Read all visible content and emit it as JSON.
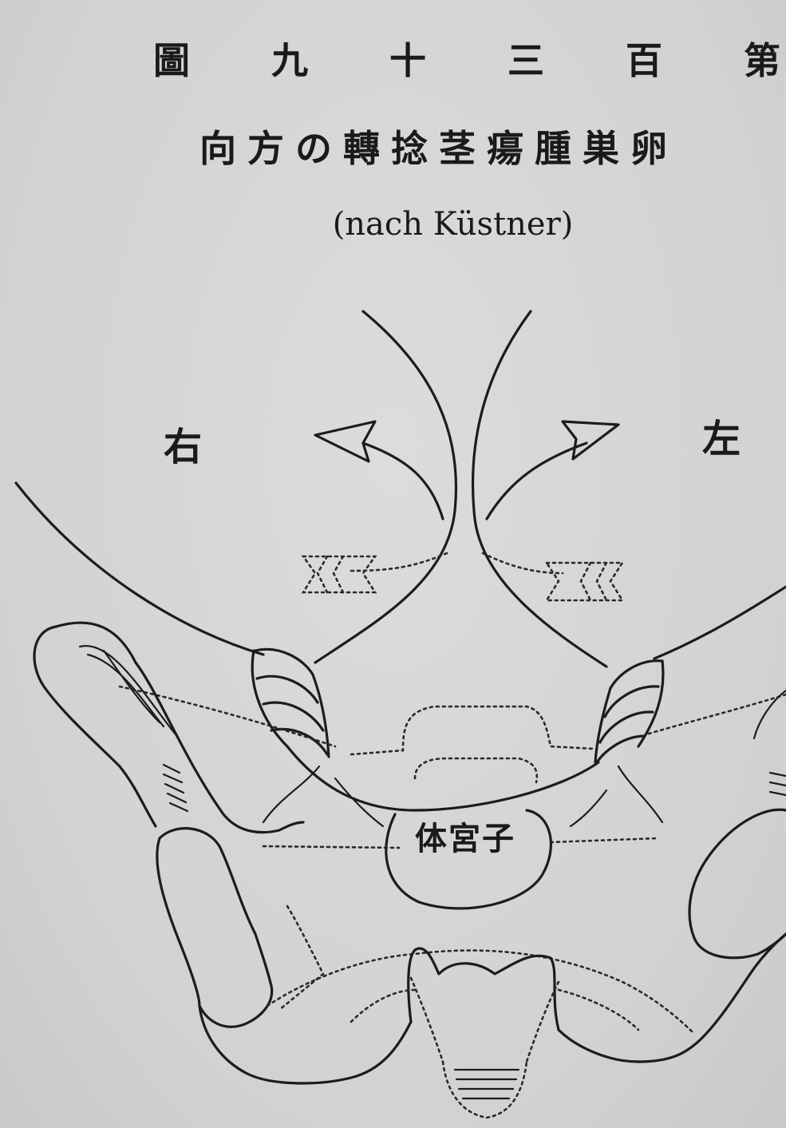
{
  "figure": {
    "number_chars": [
      "第",
      "百",
      "三",
      "十",
      "九",
      "圖"
    ],
    "title": "卵巣腫瘍茎捻轉の方向",
    "credit": "(nach Küstner)"
  },
  "labels": {
    "right_side": "右",
    "left_side": "左",
    "uterus": "子宮体"
  }
}
